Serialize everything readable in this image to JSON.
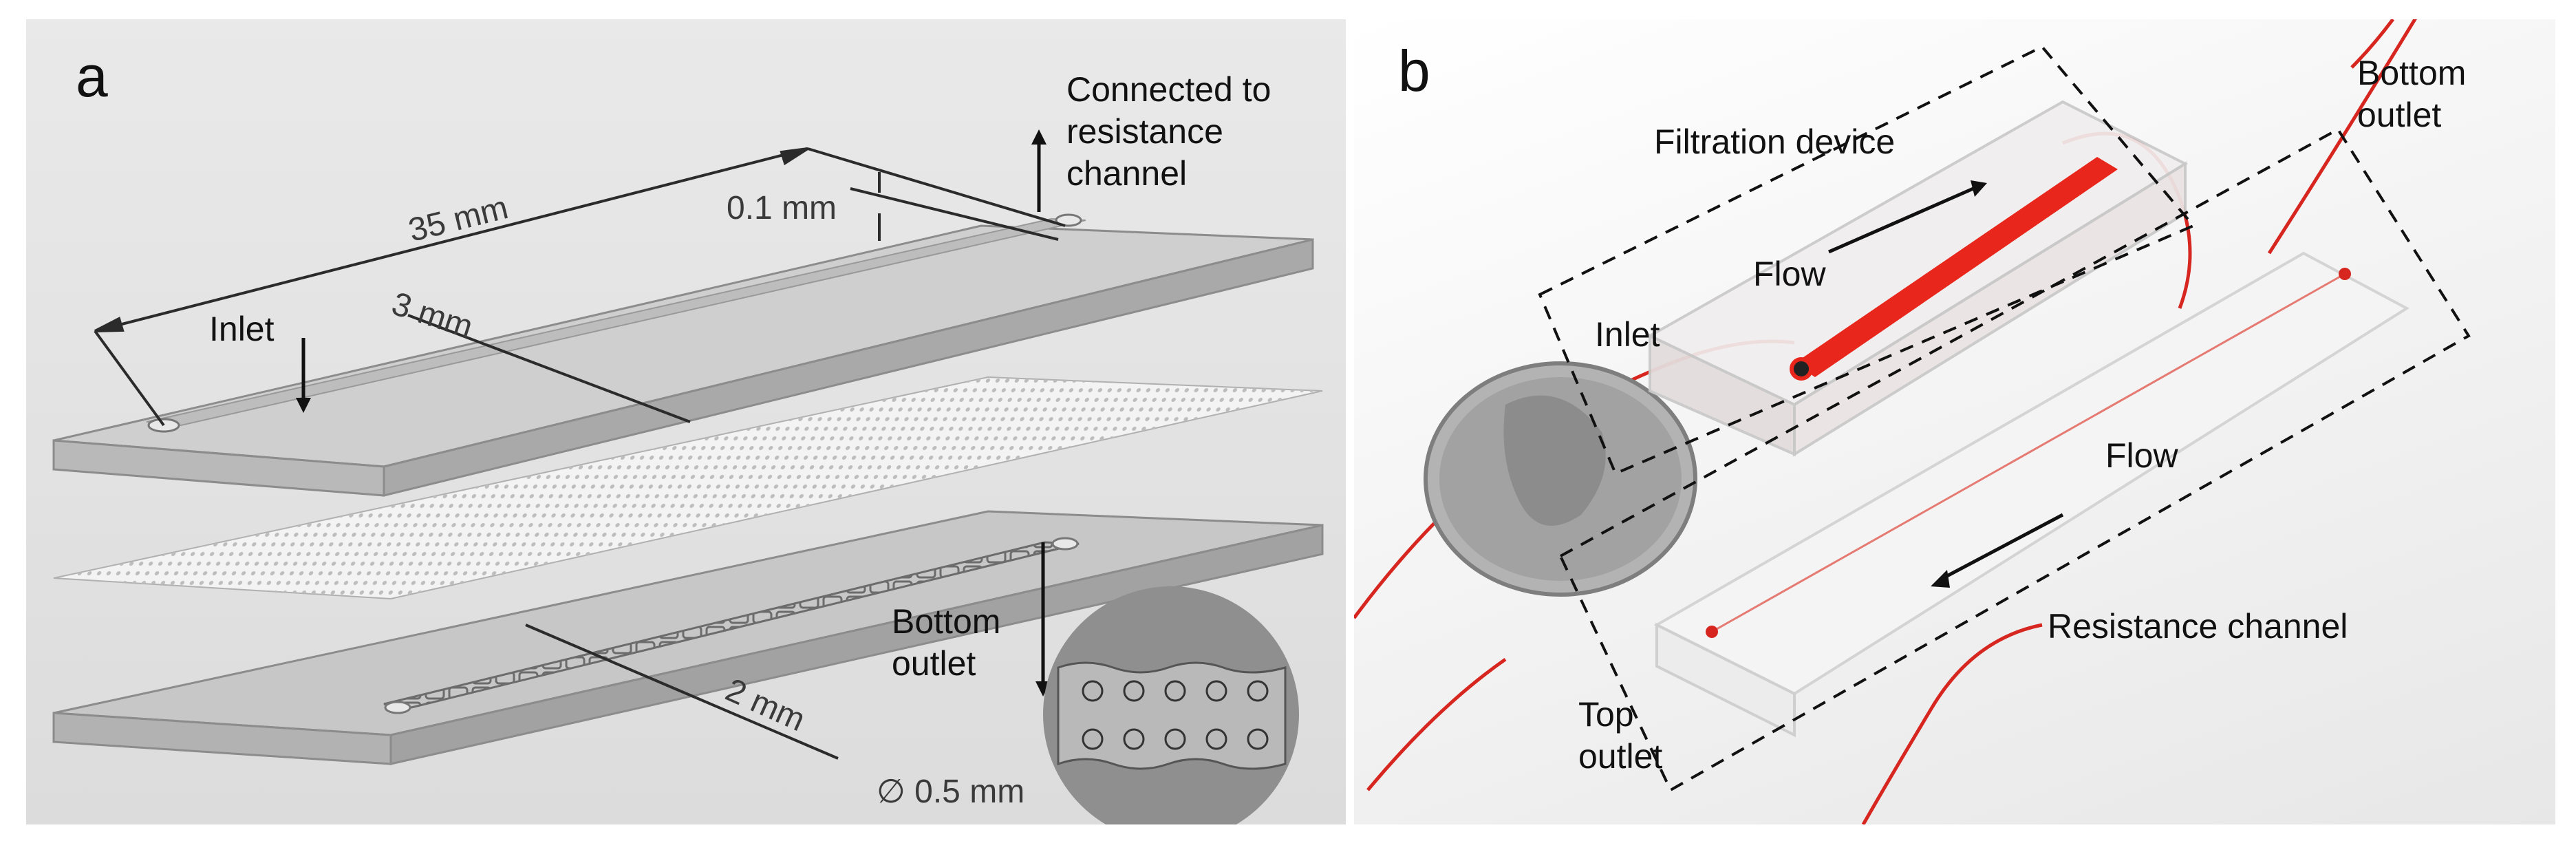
{
  "panel_a": {
    "letter": "a",
    "labels": {
      "connected_to": "Connected to\nresistance\nchannel",
      "length_35": "35 mm",
      "depth_01": "0.1 mm",
      "width_3": "3 mm",
      "inlet": "Inlet",
      "bottom_outlet": "Bottom\noutlet",
      "width_2": "2 mm",
      "diameter": "∅ 0.5 mm"
    }
  },
  "panel_b": {
    "letter": "b",
    "labels": {
      "filtration_device": "Filtration device",
      "bottom_outlet": "Bottom\noutlet",
      "flow_top": "Flow",
      "inlet": "Inlet",
      "flow_bottom": "Flow",
      "resistance_channel": "Resistance channel",
      "top_outlet": "Top\noutlet"
    }
  },
  "colors": {
    "channel_red": "#e8261c",
    "tubing_red": "#d6261f",
    "glass": "#c9cdd1",
    "dashed_box": "#111111",
    "coin": "#a8a8a8"
  },
  "icons": [
    "arrow-down-icon",
    "arrow-up-icon",
    "flow-arrow-icon",
    "coin-icon"
  ]
}
